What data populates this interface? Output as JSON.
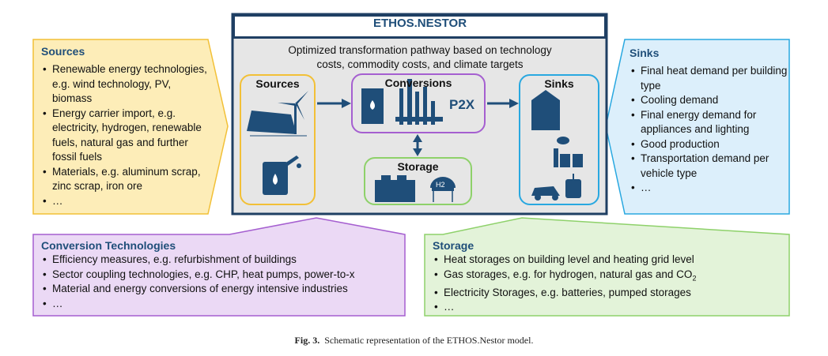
{
  "main": {
    "title": "ETHOS.NESTOR",
    "subtitle_line1": "Optimized transformation pathway based on technology",
    "subtitle_line2": "costs, commodity costs, and climate targets",
    "boxes": {
      "sources": "Sources",
      "conversions": "Conversions",
      "conversions_p2x": "P2X",
      "storage": "Storage",
      "storage_h2": "H2",
      "sinks": "Sinks"
    }
  },
  "sources": {
    "title": "Sources",
    "items": [
      "Renewable energy technologies, e.g. wind technology, PV, biomass",
      "Energy carrier import, e.g. electricity, hydrogen, renewable fuels, natural gas and further fossil fuels",
      "Materials, e.g. aluminum scrap, zinc scrap, iron ore",
      "…"
    ]
  },
  "sinks": {
    "title": "Sinks",
    "items": [
      "Final heat demand per building type",
      "Cooling demand",
      "Final energy demand for appliances and lighting",
      "Good production",
      "Transportation demand per vehicle type",
      "…"
    ]
  },
  "conversion_tech": {
    "title": "Conversion Technologies",
    "items": [
      "Efficiency measures, e.g. refurbishment of buildings",
      "Sector coupling technologies, e.g. CHP, heat pumps, power-to-x",
      "Material and energy conversions of energy intensive industries",
      "…"
    ]
  },
  "storage": {
    "title": "Storage",
    "items": [
      "Heat storages on building level and heating grid level",
      "Gas storages, e.g. for hydrogen, natural gas and CO",
      "Electricity Storages, e.g. batteries, pumped storages",
      "…"
    ],
    "co2_sub": "2"
  },
  "caption": {
    "label": "Fig. 3.",
    "text": "Schematic representation of the ETHOS.Nestor model."
  },
  "colors": {
    "navy": "#1F4E79",
    "yellow": "#F2C037",
    "purple": "#A55FD0",
    "blue": "#29A8E0",
    "green": "#8ED16A"
  }
}
